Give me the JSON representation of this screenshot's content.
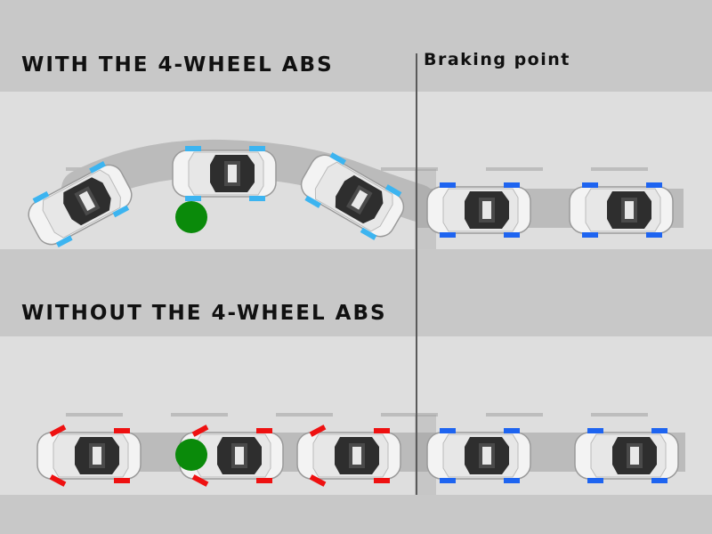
{
  "titles": {
    "with_abs": "WITH THE 4-WHEEL ABS",
    "without_abs": "WITHOUT THE 4-WHEEL ABS",
    "braking_point": "Braking point"
  },
  "colors": {
    "background": "#c8c8c8",
    "road": "#dedede",
    "lane_mark": "#bdbdbd",
    "tire_track": "#bbbbbb",
    "car_body": "#f3f3f3",
    "cabin_glass": "#2e2e2e",
    "abs_tire_light_blue": "#3cb4f0",
    "abs_tire_blue": "#1e64f0",
    "locked_tire_red": "#ee1111",
    "obstacle_green": "#0a8a0a",
    "braking_line": "#5a5a5a"
  },
  "scenes": [
    {
      "id": "with-abs",
      "cars": [
        {
          "tire_color": "abs_tire_light_blue",
          "heading_deg": -28
        },
        {
          "tire_color": "abs_tire_light_blue",
          "heading_deg": 0
        },
        {
          "tire_color": "abs_tire_light_blue",
          "heading_deg": 30
        },
        {
          "tire_color": "abs_tire_blue",
          "heading_deg": 0
        },
        {
          "tire_color": "abs_tire_blue",
          "heading_deg": 0
        }
      ]
    },
    {
      "id": "without-abs",
      "cars": [
        {
          "tire_color": "locked_tire_red",
          "heading_deg": 0
        },
        {
          "tire_color": "locked_tire_red",
          "heading_deg": 0
        },
        {
          "tire_color": "locked_tire_red",
          "heading_deg": 0
        },
        {
          "tire_color": "abs_tire_blue",
          "heading_deg": 0
        },
        {
          "tire_color": "abs_tire_blue",
          "heading_deg": 0
        }
      ]
    }
  ],
  "icons": {
    "obstacle": "green-circle-icon",
    "car": "car-topview-icon"
  }
}
